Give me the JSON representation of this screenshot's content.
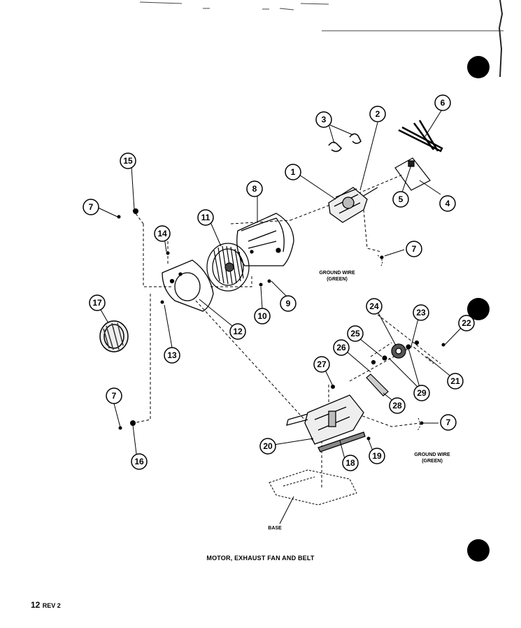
{
  "diagram": {
    "title": "MOTOR, EXHAUST FAN AND BELT",
    "page_number": "12",
    "revision": "REV 2",
    "labels": {
      "ground_wire_1": "GROUND WIRE",
      "ground_wire_color_1": "(GREEN)",
      "ground_wire_2": "GROUND WIRE",
      "ground_wire_color_2": "(GREEN)",
      "base": "BASE"
    },
    "callouts": [
      "1",
      "2",
      "3",
      "4",
      "5",
      "6",
      "7",
      "8",
      "9",
      "10",
      "11",
      "12",
      "13",
      "14",
      "15",
      "16",
      "17",
      "18",
      "19",
      "20",
      "21",
      "22",
      "23",
      "24",
      "25",
      "26",
      "27",
      "28",
      "29"
    ],
    "callout_7_repeats": [
      "7",
      "7",
      "7",
      "7"
    ]
  }
}
